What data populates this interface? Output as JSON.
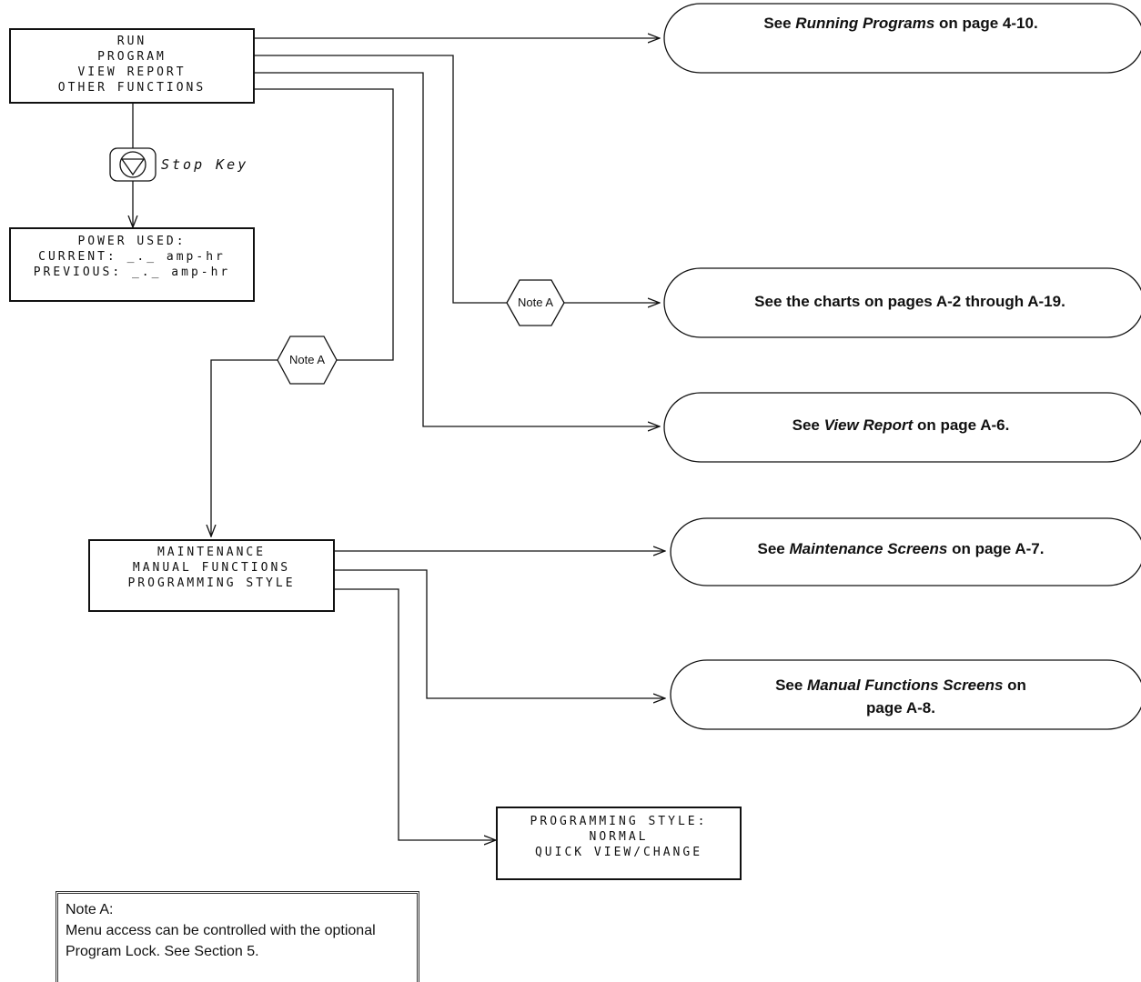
{
  "main_menu": {
    "lines": [
      "RUN",
      "PROGRAM",
      "VIEW REPORT",
      "OTHER FUNCTIONS"
    ]
  },
  "stop_key": {
    "label": "Stop Key",
    "icon": "stop-key-icon"
  },
  "power_used": {
    "lines": [
      "POWER USED:",
      "CURRENT: _._ amp-hr",
      "PREVIOUS: _._ amp-hr"
    ]
  },
  "note_tags": {
    "label": "Note A"
  },
  "refs": {
    "running_programs": {
      "prefix": "See ",
      "title": "Running Programs",
      "suffix": " on page 4-10."
    },
    "charts": {
      "text": "See the charts on pages A-2 through A-19."
    },
    "view_report": {
      "prefix": "See ",
      "title": "View Report",
      "suffix": " on page A-6."
    },
    "maintenance": {
      "prefix": "See ",
      "title": "Maintenance Screens",
      "suffix": " on page A-7."
    },
    "manual_functions": {
      "prefix": "See ",
      "title": "Manual Functions Screens",
      "suffix": " on",
      "line2": "page A-8."
    }
  },
  "other_menu": {
    "lines": [
      "MAINTENANCE",
      "MANUAL FUNCTIONS",
      "PROGRAMMING STYLE"
    ]
  },
  "programming_style": {
    "lines": [
      "PROGRAMMING STYLE:",
      "NORMAL",
      "QUICK VIEW/CHANGE"
    ]
  },
  "note_box": {
    "title": "Note A:",
    "line1": "Menu access can be controlled with the optional",
    "line2": "Program Lock. See Section 5."
  }
}
